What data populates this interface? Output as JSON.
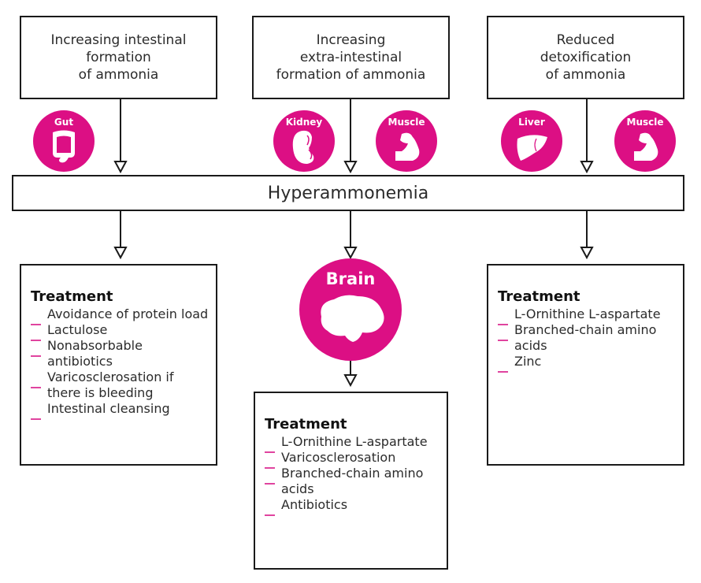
{
  "causes": [
    {
      "id": "intestinal",
      "text": "Increasing intestinal\nformation\nof ammonia"
    },
    {
      "id": "extra-intestinal",
      "text": "Increasing\nextra-intestinal\nformation of ammonia"
    },
    {
      "id": "detox",
      "text": "Reduced\ndetoxification\nof ammonia"
    }
  ],
  "organs": {
    "gut": "Gut",
    "kidney": "Kidney",
    "muscle1": "Muscle",
    "liver": "Liver",
    "muscle2": "Muscle",
    "brain": "Brain"
  },
  "central": "Hyperammonemia",
  "treatments": [
    {
      "heading": "Treatment",
      "items": [
        "Avoidance of protein load",
        "Lactulose",
        "Nonabsorbable antibiotics",
        "Varicosclerosation if there is bleeding",
        "Intestinal cleansing"
      ]
    },
    {
      "heading": "Treatment",
      "items": [
        "L-Ornithine L-aspartate",
        "Varicosclerosation",
        "Branched-chain amino acids",
        "Antibiotics"
      ]
    },
    {
      "heading": "Treatment",
      "items": [
        "L-Ornithine L-aspartate",
        "Branched-chain amino acids",
        "Zinc"
      ]
    }
  ],
  "colors": {
    "accent": "#dc0f84",
    "bullet": "#e0449f",
    "line": "#1a1a1a"
  }
}
